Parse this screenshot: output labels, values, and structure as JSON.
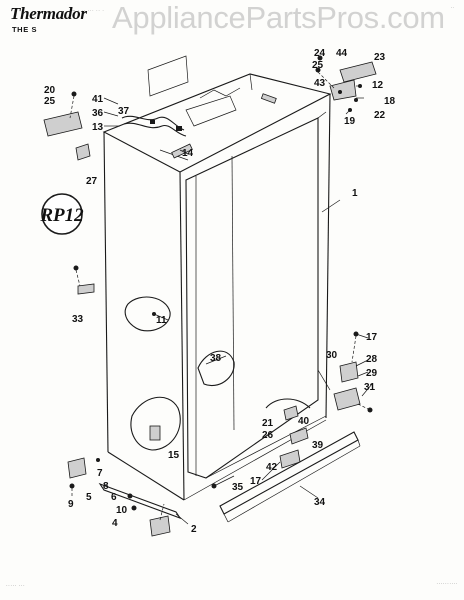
{
  "header": {
    "brand": "Thermador",
    "tagline": "THE S",
    "small_print": "— · ·· ··· ·· ·",
    "corner_mark": "··"
  },
  "watermark": "AppliancePartsPros.com",
  "badge": {
    "label": "RP12"
  },
  "callouts": [
    "1",
    "2",
    "4",
    "5",
    "6",
    "7",
    "8",
    "9",
    "10",
    "11",
    "12",
    "13",
    "14",
    "15",
    "17",
    "17",
    "18",
    "19",
    "20",
    "21",
    "22",
    "23",
    "24",
    "25",
    "25",
    "26",
    "27",
    "28",
    "29",
    "30",
    "31",
    "33",
    "34",
    "35",
    "36",
    "37",
    "38",
    "39",
    "40",
    "41",
    "42",
    "43",
    "44"
  ],
  "footer": {
    "left": "·····  ···",
    "right": "··········"
  }
}
